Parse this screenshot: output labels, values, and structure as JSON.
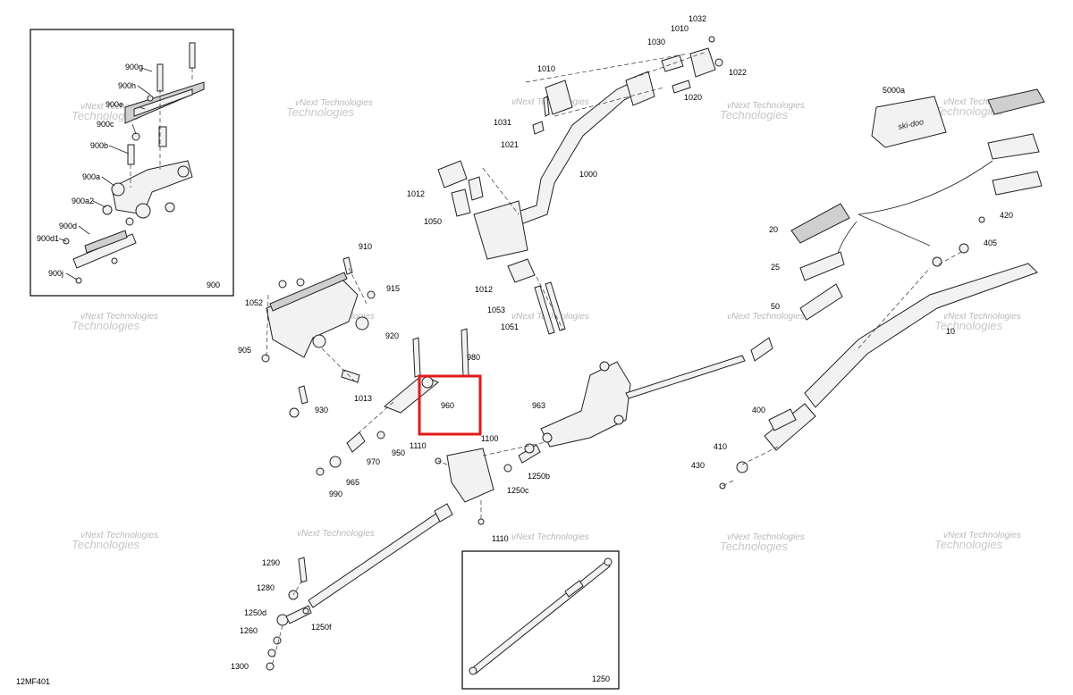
{
  "diagram_id": "12MF401",
  "highlight": {
    "label": "960",
    "color": "#e21a1a"
  },
  "inset_labels": {
    "box_900": "900",
    "box_1250": "1250"
  },
  "watermark": {
    "line1": "vNext Technologies",
    "line2": "Technologies"
  },
  "callouts": {
    "p900g": "900g",
    "p900h": "900h",
    "p900e": "900e",
    "p900c": "900c",
    "p900b": "900b",
    "p900a": "900a",
    "p900a2": "900a2",
    "p900d": "900d",
    "p900d1": "900d1",
    "p900j": "900j",
    "p1032": "1032",
    "p1030": "1030",
    "p1010a": "1010",
    "p1010b": "1010",
    "p1022": "1022",
    "p1020": "1020",
    "p1031": "1031",
    "p1021": "1021",
    "p1000": "1000",
    "p1012a": "1012",
    "p1050": "1050",
    "p1012b": "1012",
    "p1053": "1053",
    "p1051": "1051",
    "p5000a": "5000a",
    "p20": "20",
    "p25": "25",
    "p50": "50",
    "p420": "420",
    "p405": "405",
    "p10": "10",
    "p400": "400",
    "p410": "410",
    "p430": "430",
    "p910": "910",
    "p915": "915",
    "p1052": "1052",
    "p905": "905",
    "p920": "920",
    "p980": "980",
    "p1013": "1013",
    "p930": "930",
    "p970": "970",
    "p950": "950",
    "p965": "965",
    "p990": "990",
    "p1110a": "1110",
    "p1100": "1100",
    "p1250c": "1250c",
    "p1250b": "1250b",
    "p963": "963",
    "p1110b": "1110",
    "p1290": "1290",
    "p1280": "1280",
    "p1250d": "1250d",
    "p1250f": "1250f",
    "p1260": "1260",
    "p1300": "1300"
  }
}
